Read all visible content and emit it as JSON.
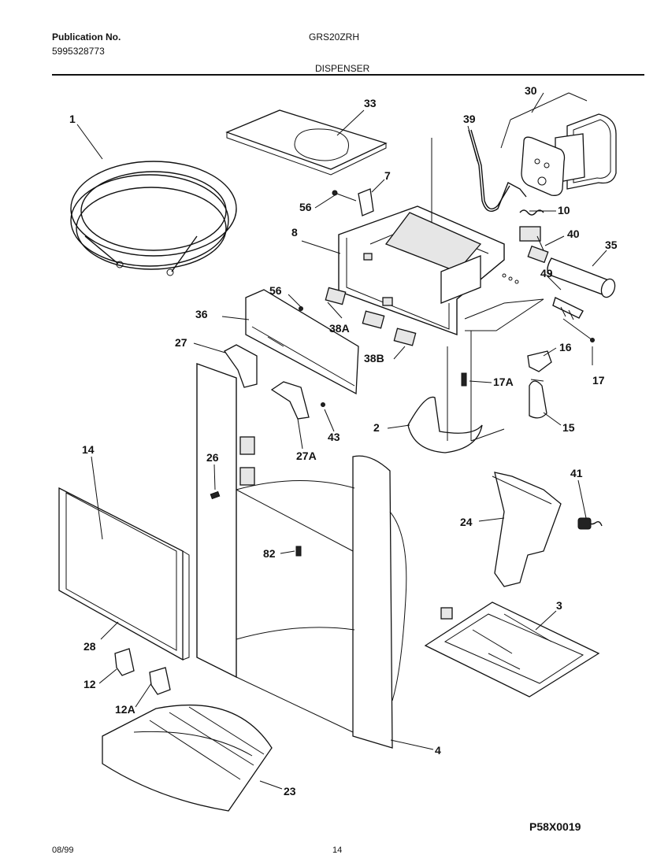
{
  "header": {
    "publication_label": "Publication No.",
    "publication_number": "5995328773",
    "model": "GRS20ZRH",
    "section_title": "DISPENSER"
  },
  "footer": {
    "date": "08/99",
    "page": "14",
    "diagram_code": "P58X0019"
  },
  "callouts": [
    "1",
    "33",
    "30",
    "39",
    "7",
    "56",
    "10",
    "8",
    "40",
    "35",
    "49",
    "56",
    "36",
    "38A",
    "27",
    "38B",
    "16",
    "17A",
    "17",
    "2",
    "15",
    "43",
    "27A",
    "14",
    "26",
    "41",
    "24",
    "82",
    "3",
    "28",
    "12",
    "12A",
    "4",
    "23"
  ]
}
